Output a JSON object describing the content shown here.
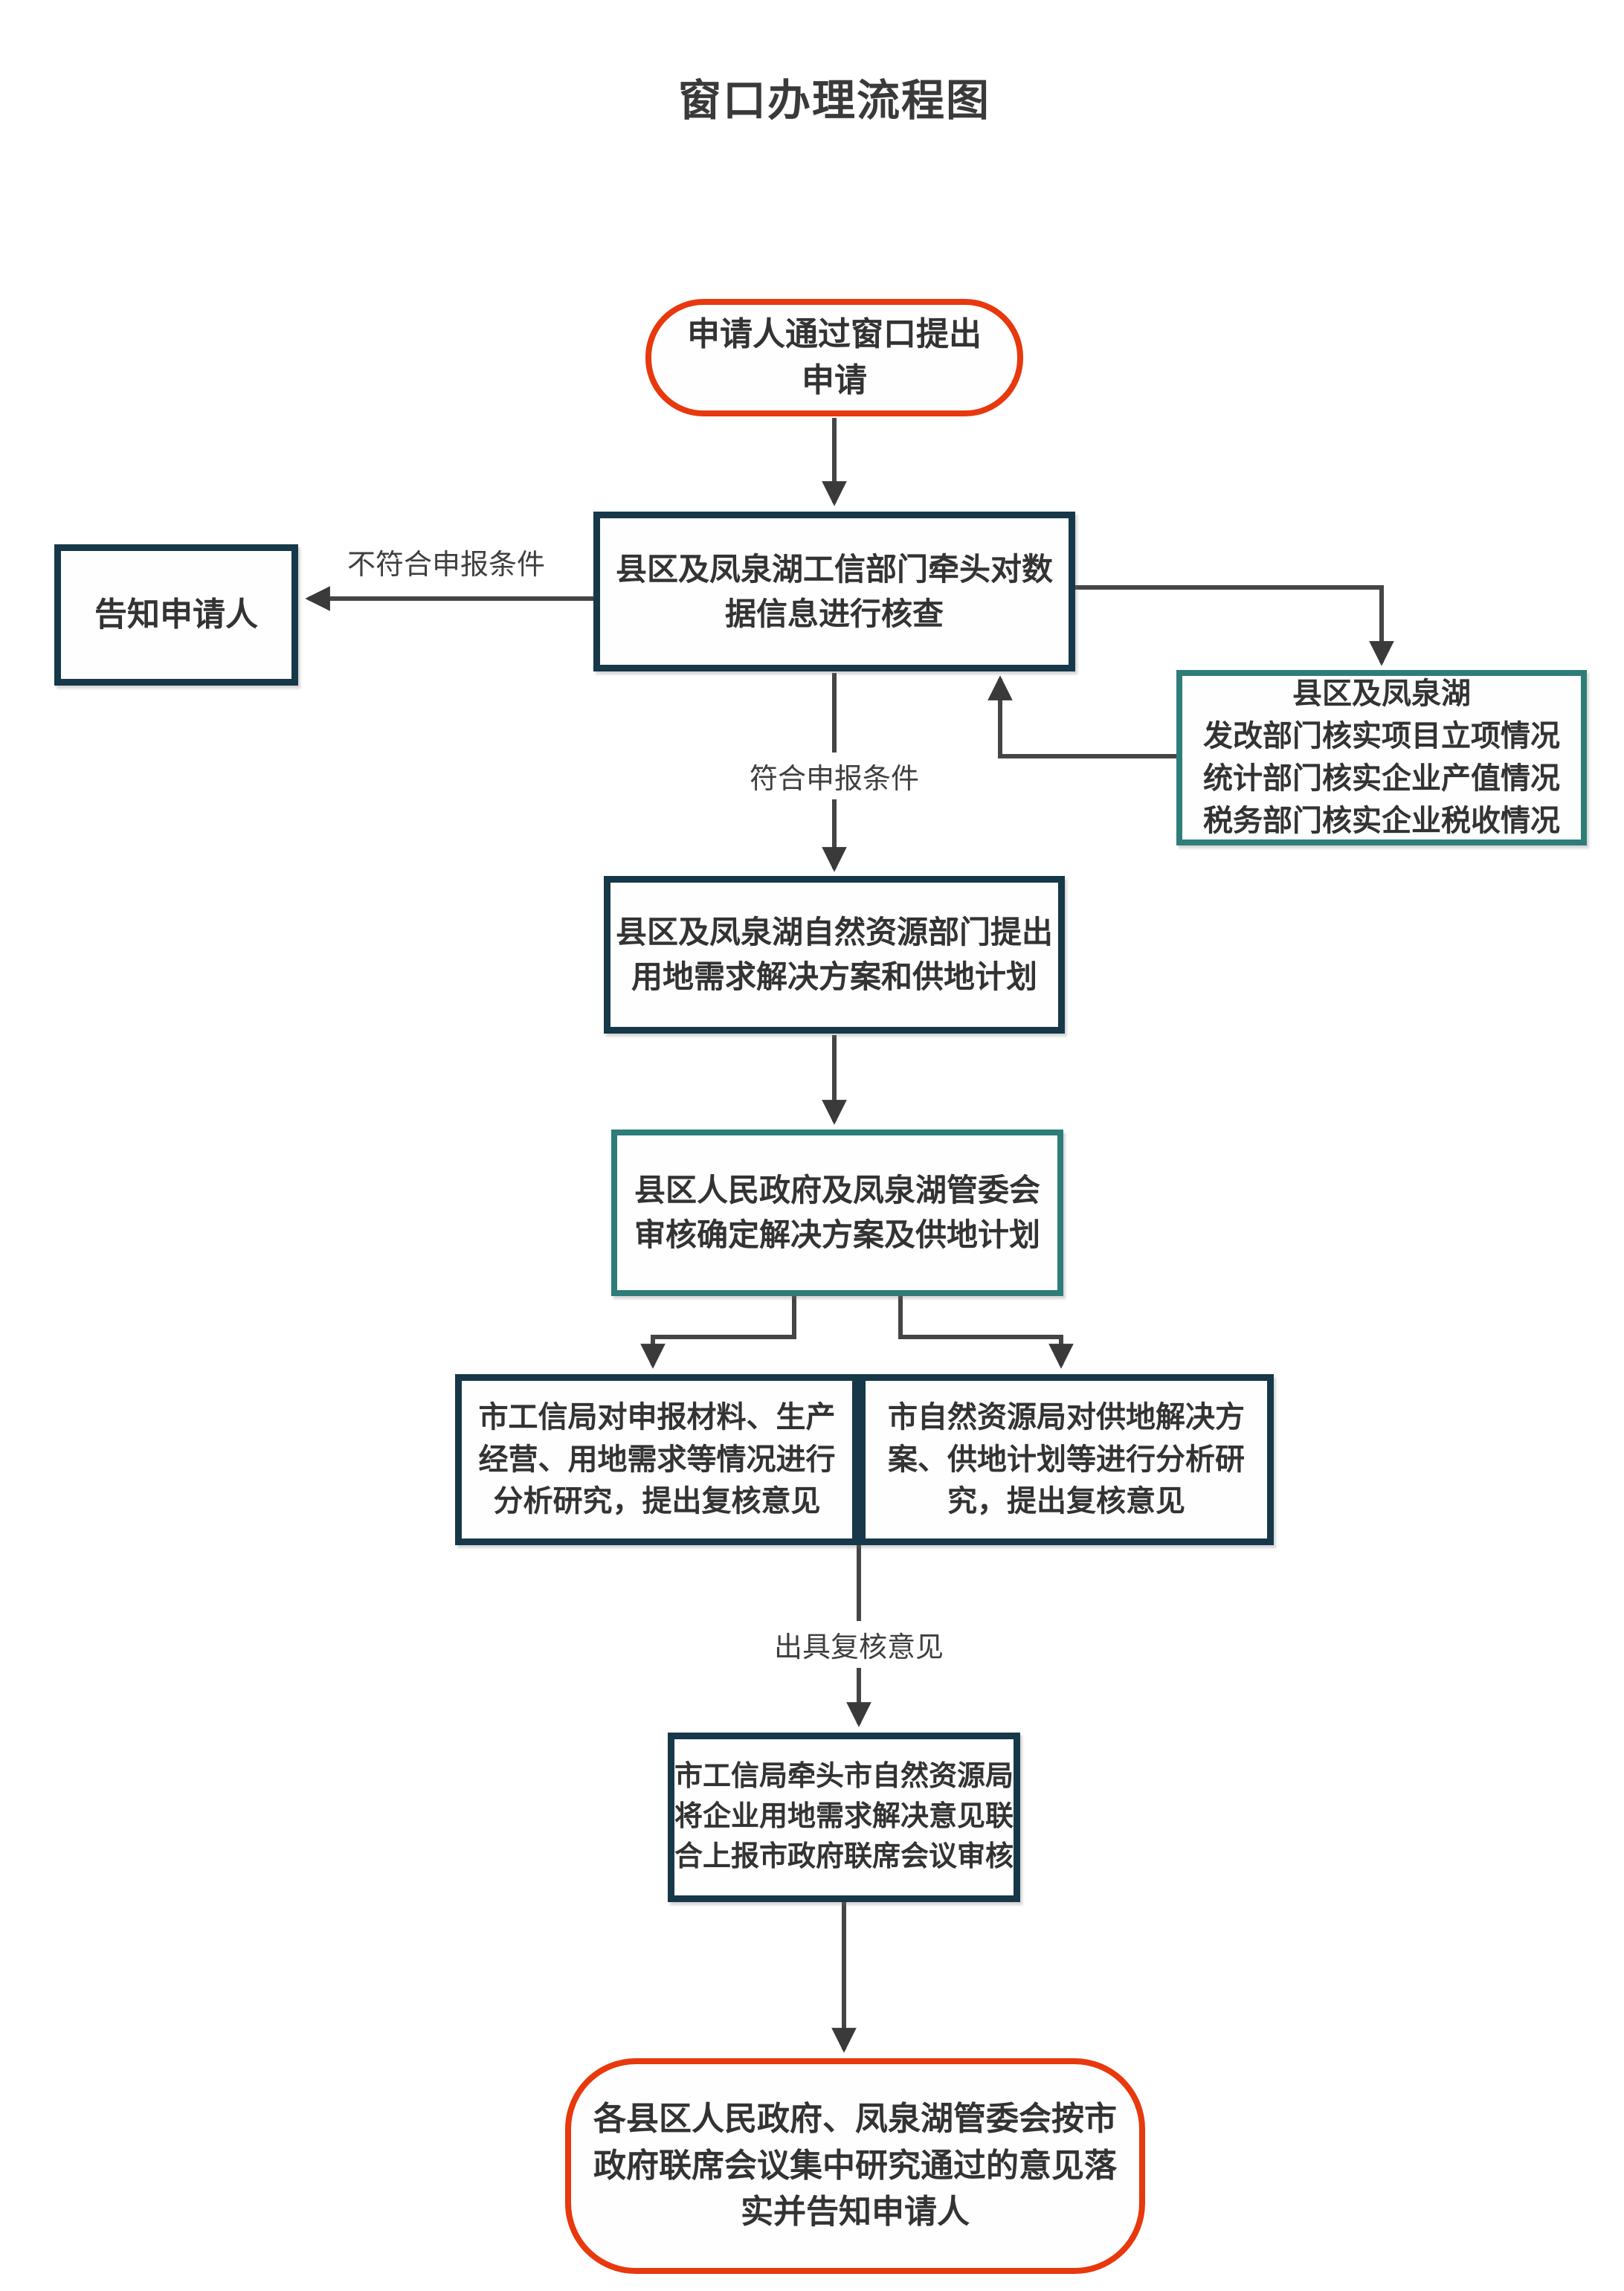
{
  "page": {
    "title": "窗口办理流程图"
  },
  "nodes": [
    {
      "id": "start",
      "shape": "rounded",
      "border_color": "#e8380d",
      "label": "申请人通过窗口提出\n申请"
    },
    {
      "id": "verify",
      "shape": "rect",
      "border_color": "#163849",
      "label": "县区及凤泉湖工信部门牵头对数\n据信息进行核查"
    },
    {
      "id": "notify",
      "shape": "rect",
      "border_color": "#163849",
      "label": "告知申请人"
    },
    {
      "id": "depts",
      "shape": "rect",
      "border_color": "#2e7d79",
      "label": "县区及凤泉湖\n发改部门核实项目立项情况\n统计部门核实企业产值情况\n税务部门核实企业税收情况"
    },
    {
      "id": "landplan",
      "shape": "rect",
      "border_color": "#163849",
      "label": "县区及凤泉湖自然资源部门提出\n用地需求解决方案和供地计划"
    },
    {
      "id": "confirm",
      "shape": "rect",
      "border_color": "#2e7d79",
      "label": "县区人民政府及凤泉湖管委会\n审核确定解决方案及供地计划"
    },
    {
      "id": "review_industry",
      "shape": "rect",
      "border_color": "#163849",
      "label": "市工信局对申报材料、生产\n经营、用地需求等情况进行\n分析研究，提出复核意见"
    },
    {
      "id": "review_resources",
      "shape": "rect",
      "border_color": "#163849",
      "label": "市自然资源局对供地解决方\n案、供地计划等进行分析研\n究，提出复核意见"
    },
    {
      "id": "joint_report",
      "shape": "rect",
      "border_color": "#163849",
      "label": "市工信局牵头市自然资源局\n将企业用地需求解决意见联\n合上报市政府联席会议审核"
    },
    {
      "id": "final",
      "shape": "rounded",
      "border_color": "#e8380d",
      "label": "各县区人民政府、凤泉湖管委会按市\n政府联席会议集中研究通过的意见落\n实并告知申请人"
    }
  ],
  "edge_labels": {
    "not_eligible": "不符合申报条件",
    "eligible": "符合申报条件",
    "issue_review": "出具复核意见"
  },
  "colors": {
    "accent_red": "#e8380d",
    "border_dark_navy": "#163849",
    "border_teal": "#2e7d79",
    "connector_line": "#454545",
    "arrowhead": "#3a3a3a",
    "text": "#333333",
    "title_text": "#3a3a3a"
  }
}
